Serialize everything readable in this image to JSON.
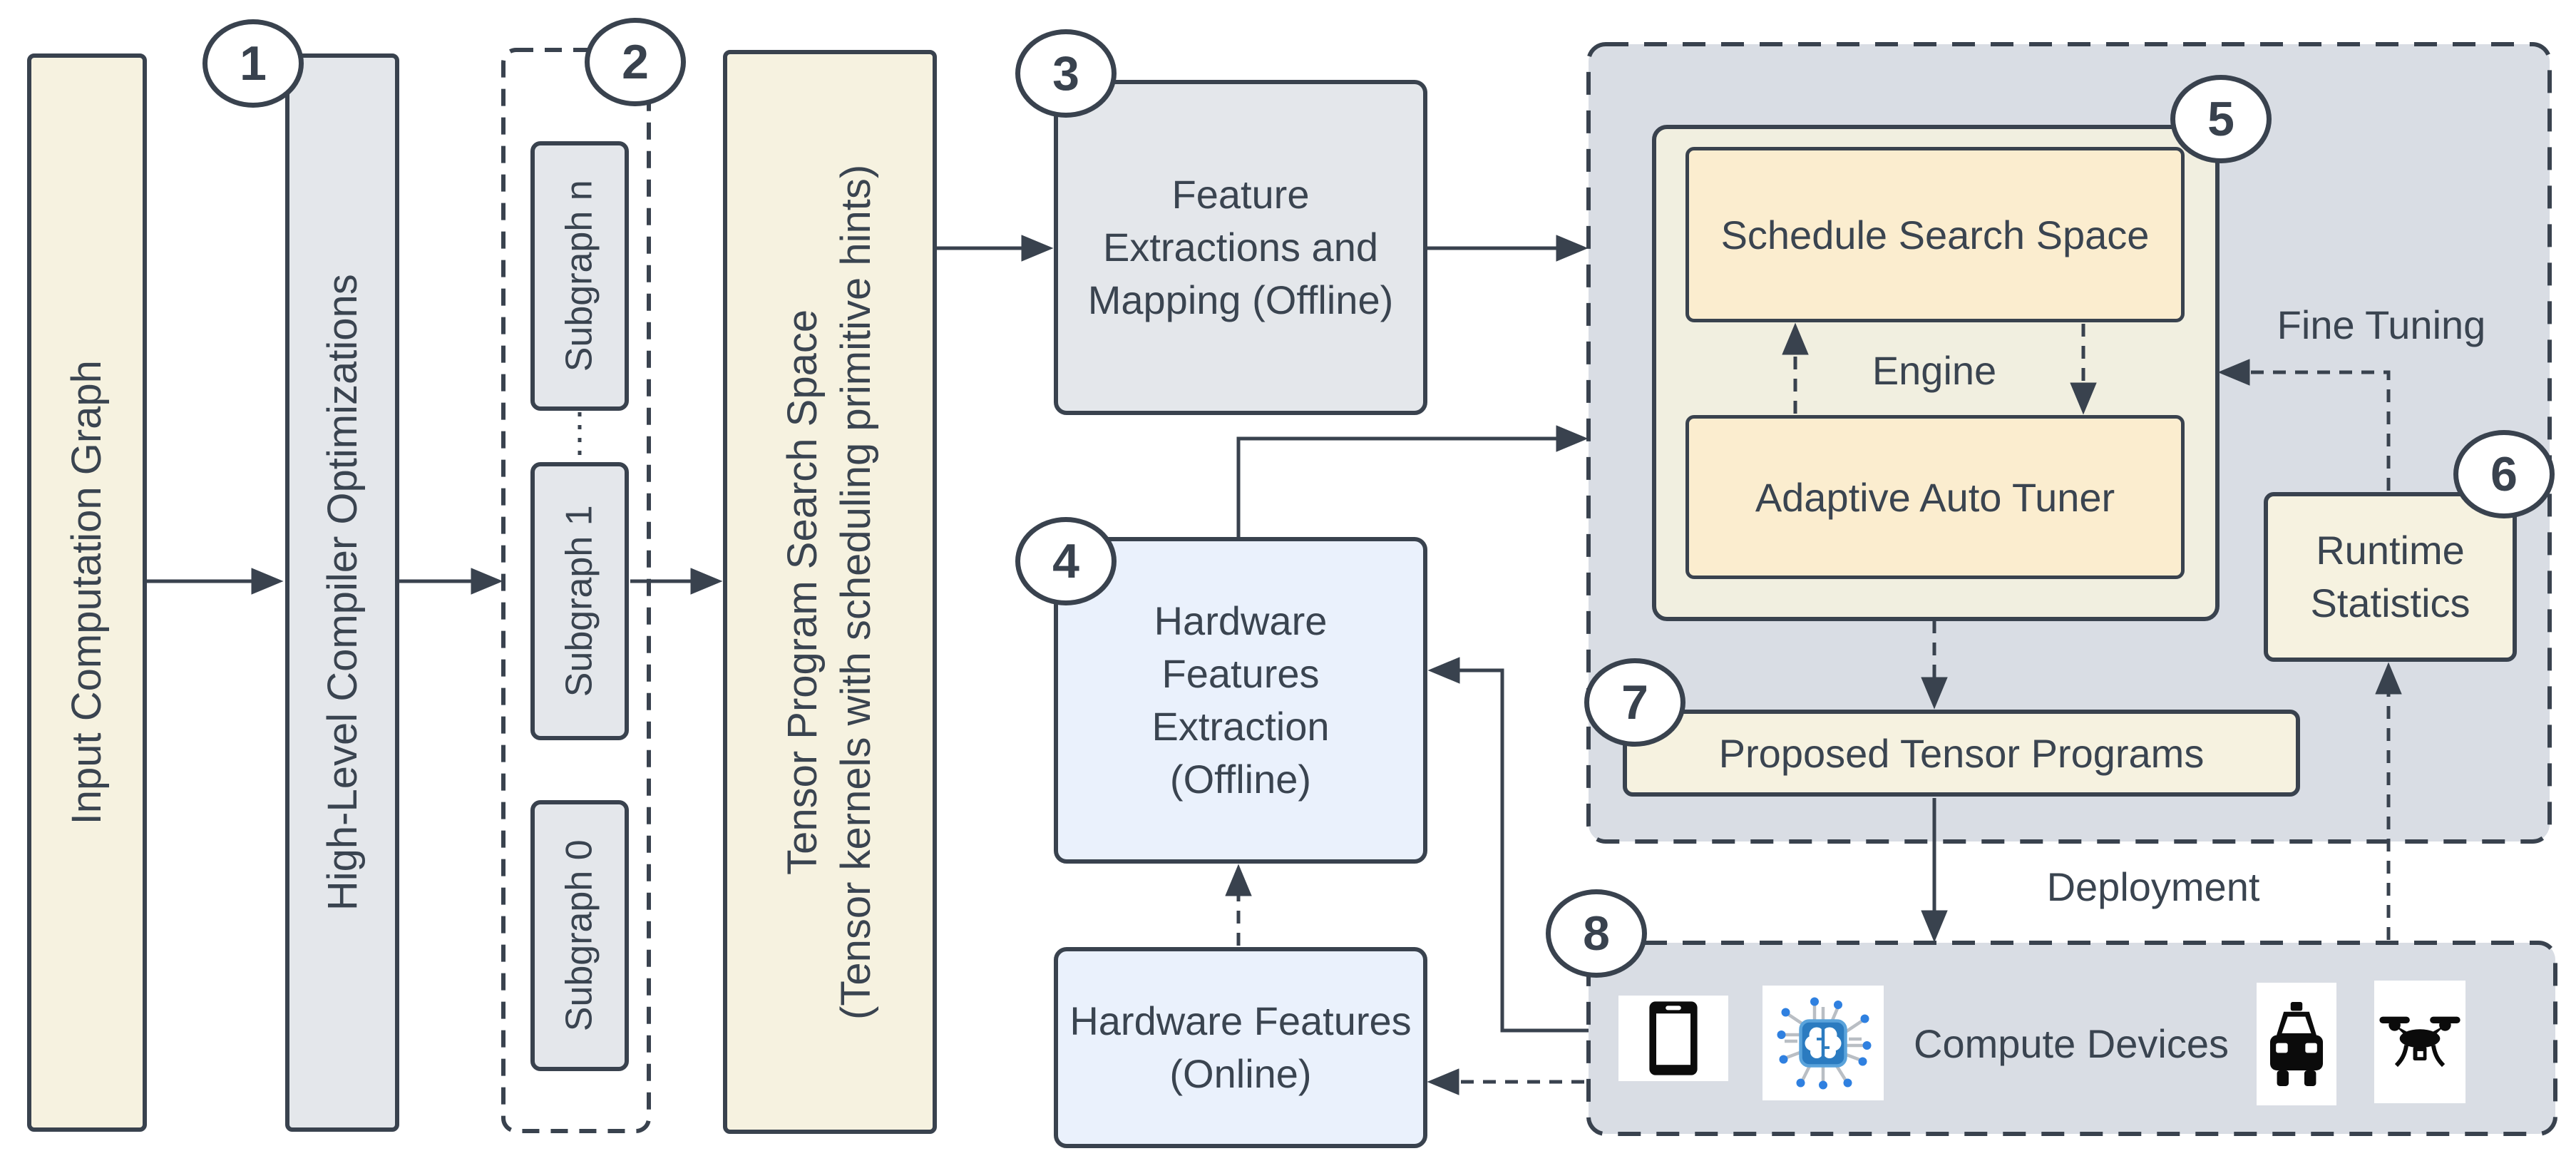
{
  "palette": {
    "stroke": "#39424E",
    "text": "#3A4450",
    "cream_box": "#F6F2E0",
    "warm_box": "#FBEDCF",
    "gray_box": "#E4E7EB",
    "blue_box": "#EAF1FC",
    "container_gray": "#D9DDE4",
    "engine_bg": "#F1EFE0",
    "chip_blue": "#2B7BC0",
    "dot_blue": "#2F80E0"
  },
  "badges": {
    "b1": "1",
    "b2": "2",
    "b3": "3",
    "b4": "4",
    "b5": "5",
    "b6": "6",
    "b7": "7",
    "b8": "8"
  },
  "left": {
    "input_label": "Input Computation Graph",
    "hlco_label": "High-Level Compiler Optimizations"
  },
  "subgraphs": {
    "items": [
      "Subgraph n",
      "Subgraph 1",
      "Subgraph 0"
    ]
  },
  "tensor": {
    "line1": "Tensor Program Search Space",
    "line2": "(Tensor kernels with scheduling primitive hints)"
  },
  "feature_box_label": "Feature\nExtractions and\nMapping (Offline)",
  "hw_extract_label": "Hardware\nFeatures\nExtraction\n(Offline)",
  "hw_online_label": "Hardware Features\n(Online)",
  "engine": {
    "label": "Engine",
    "schedule_label": "Schedule Search Space",
    "tuner_label": "Adaptive Auto Tuner"
  },
  "runtime_label": "Runtime\nStatistics",
  "fine_tuning_label": "Fine Tuning",
  "proposed_label": "Proposed Tensor Programs",
  "deployment_label": "Deployment",
  "compute": {
    "label": "Compute Devices",
    "icons": [
      "tablet-icon",
      "ai-chip-icon",
      "taxi-icon",
      "drone-icon"
    ]
  }
}
